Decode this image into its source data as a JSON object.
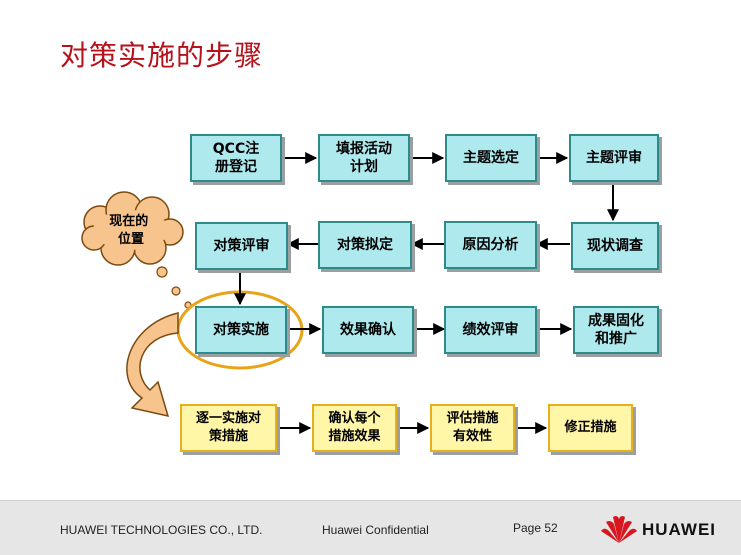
{
  "slide": {
    "title": "对策实施的步骤",
    "bubble_text": "现在的\n位置"
  },
  "flow": {
    "row1": [
      "QCC注\n册登记",
      "填报活动\n计划",
      "主题选定",
      "主题评审"
    ],
    "row2": [
      "现状调查",
      "原因分析",
      "对策拟定",
      "对策评审"
    ],
    "row3": [
      "对策实施",
      "效果确认",
      "绩效评审",
      "成果固化\n和推广"
    ],
    "detail": [
      "逐一实施对\n策措施",
      "确认每个\n措施效果",
      "评估措施\n有效性",
      "修正措施"
    ]
  },
  "footer": {
    "company": "HUAWEI TECHNOLOGIES CO., LTD.",
    "confidential": "Huawei Confidential",
    "page": "Page 52",
    "brand": "HUAWEI"
  },
  "colors": {
    "title": "#b5121b",
    "box_fill": "#aee9ee",
    "box_border": "#2e8b8b",
    "detail_fill": "#fff6a8",
    "detail_border": "#e8b020",
    "highlight_ellipse": "#e8a317",
    "curved_arrow": "#f6c48c",
    "logo_red": "#d7161f"
  },
  "icons": [
    "huawei-logo-icon"
  ]
}
